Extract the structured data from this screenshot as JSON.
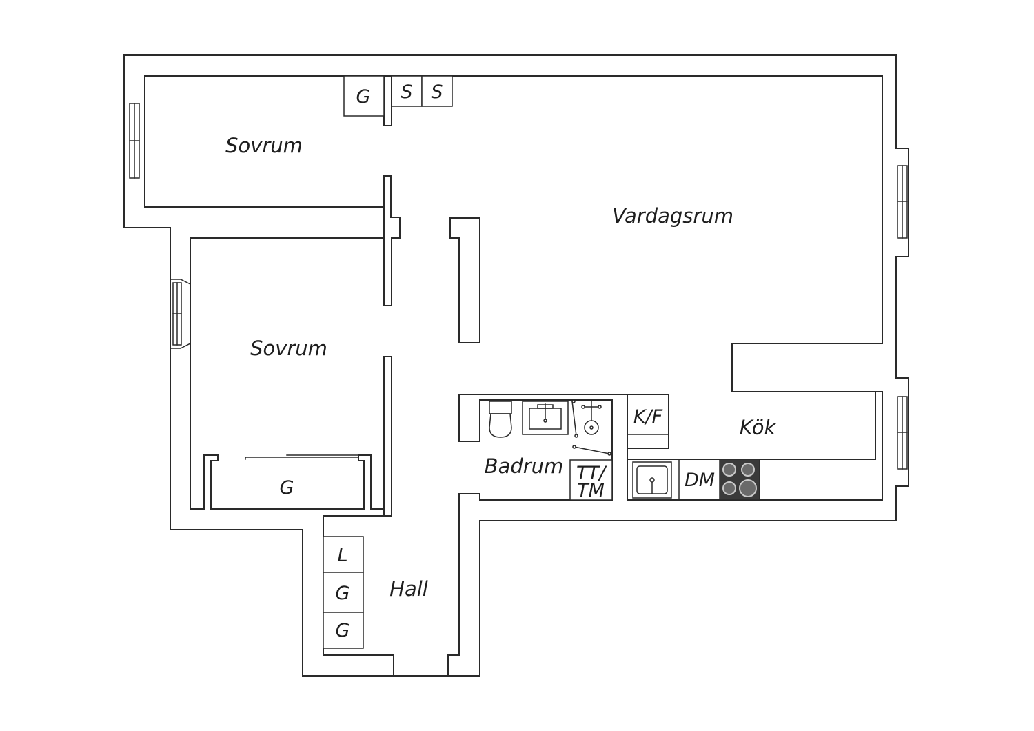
{
  "rooms": {
    "bedroom_top": "Sovrum",
    "bedroom_left": "Sovrum",
    "living_room": "Vardagsrum",
    "kitchen": "Kök",
    "bathroom": "Badrum",
    "hall": "Hall"
  },
  "fixtures": {
    "wardrobe_bedroom_top": "G",
    "storage_1": "S",
    "storage_2": "S",
    "wardrobe_bedroom_left": "G",
    "fridge_freezer": "K/F",
    "washer_dryer_line1": "TT/",
    "washer_dryer_line2": "TM",
    "dishwasher": "DM",
    "hall_linen": "L",
    "hall_wardrobe_1": "G",
    "hall_wardrobe_2": "G"
  },
  "colors": {
    "wall": "#2a2a2a",
    "stove": "#3a3a3a",
    "background": "#ffffff"
  }
}
